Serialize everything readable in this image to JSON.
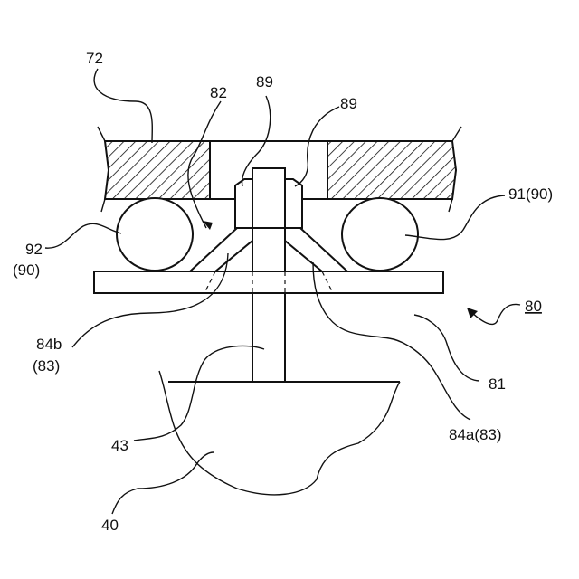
{
  "labels": {
    "l72": "72",
    "l82": "82",
    "l89a": "89",
    "l89b": "89",
    "l91": "91(90)",
    "l92": "92",
    "l92sub": "(90)",
    "l80": "80",
    "l84b": "84b",
    "l84bsub": "(83)",
    "l81": "81",
    "l43": "43",
    "l84a": "84a(83)",
    "l40": "40"
  }
}
